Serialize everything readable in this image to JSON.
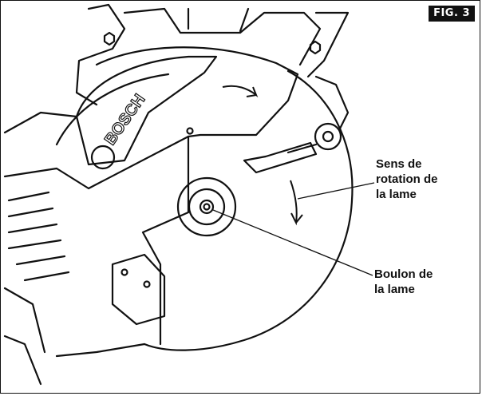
{
  "figure": {
    "badge": "FIG. 3",
    "brand_text": "BOSCH"
  },
  "callouts": {
    "rotation": {
      "lines": [
        "Sens de",
        "rotation de",
        "la lame"
      ]
    },
    "bolt": {
      "lines": [
        "Boulon de",
        "la lame"
      ]
    }
  },
  "colors": {
    "ink": "#111111",
    "paper": "#ffffff",
    "badge_bg": "#111111",
    "badge_text": "#ffffff"
  }
}
